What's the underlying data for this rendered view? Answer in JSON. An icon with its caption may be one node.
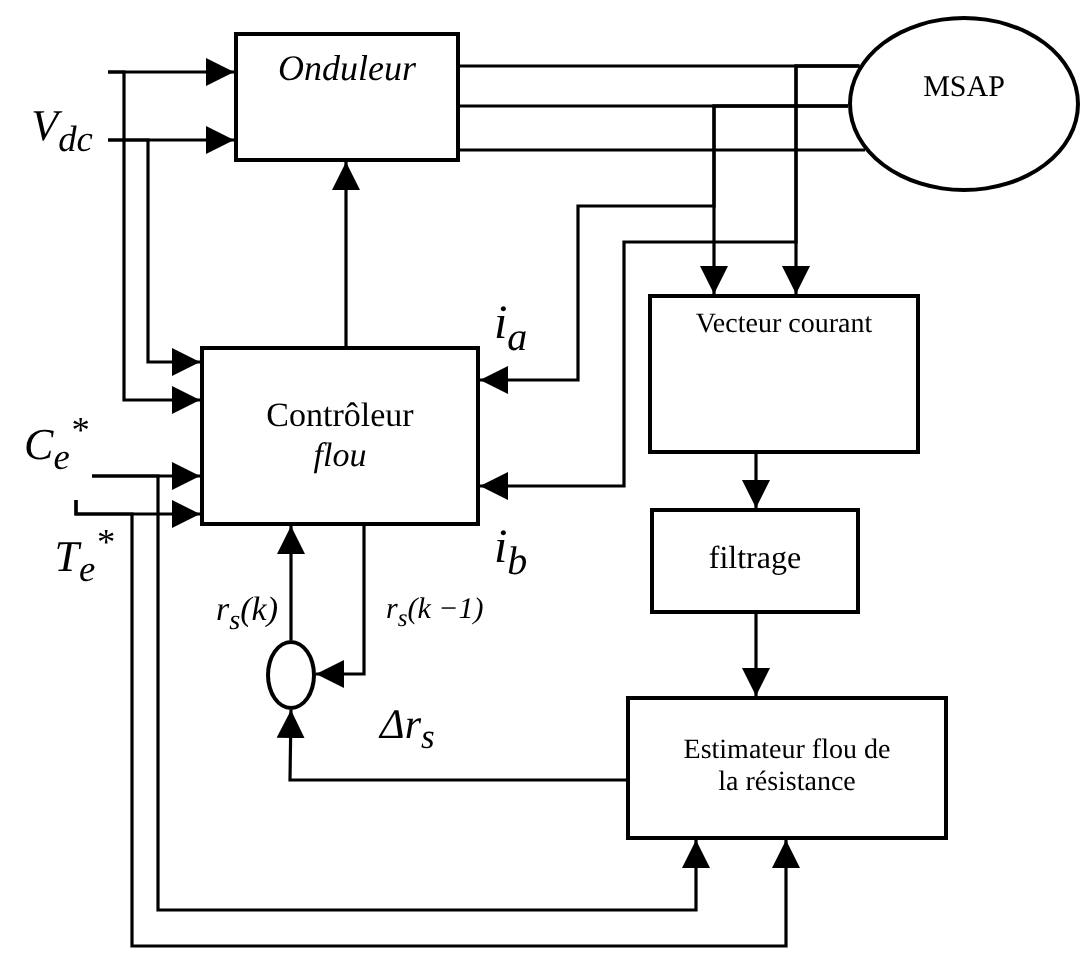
{
  "diagram": {
    "nodes": [
      {
        "text": [
          "Onduleur"
        ]
      },
      {
        "text": [
          "MSAP"
        ]
      },
      {
        "text": [
          "Contrôleur",
          "flou"
        ]
      },
      {
        "text": [
          "Vecteur courant"
        ]
      },
      {
        "text": [
          "filtrage"
        ]
      },
      {
        "text": [
          "Estimateur flou de la résistance"
        ]
      },
      {
        "text": [],
        "shape": "circle"
      },
      {
        "text": [
          "V$_{dc}$"
        ]
      },
      {
        "text": [
          "C$_{e}$$^{*}$"
        ]
      },
      {
        "text": [
          "T$_{e}$$^{*}$"
        ]
      }
    ],
    "edges": [
      {
        "from": 7,
        "to": 0,
        "arrow": "to"
      },
      {
        "from": 7,
        "to": 0,
        "arrow": "to"
      },
      {
        "from": 7,
        "to": 2,
        "arrow": "to"
      },
      {
        "from": 7,
        "to": 2,
        "arrow": "to"
      },
      {
        "from": 8,
        "to": 2,
        "arrow": "to"
      },
      {
        "from": 8,
        "to": 5,
        "arrow": "to"
      },
      {
        "from": 9,
        "to": 2,
        "arrow": "to"
      },
      {
        "from": 9,
        "to": 5,
        "arrow": "to"
      },
      {
        "from": 2,
        "to": 0,
        "arrow": "to"
      },
      {
        "from": 0,
        "to": 1,
        "arrow": "none"
      },
      {
        "from": 0,
        "to": 1,
        "arrow": "none"
      },
      {
        "from": 0,
        "to": 1,
        "arrow": "none"
      },
      {
        "from": 1,
        "to": 3,
        "arrow": "to"
      },
      {
        "from": 1,
        "to": 3,
        "arrow": "to"
      },
      {
        "from": 1,
        "to": 2,
        "arrow": "to",
        "label": "i$_{a}$"
      },
      {
        "from": 1,
        "to": 2,
        "arrow": "to",
        "label": "i$_{b}$"
      },
      {
        "from": 3,
        "to": 4,
        "arrow": "to"
      },
      {
        "from": 4,
        "to": 5,
        "arrow": "to"
      },
      {
        "from": 5,
        "to": 6,
        "arrow": "to",
        "label": "Δr$_{s}$"
      },
      {
        "from": 6,
        "to": 2,
        "arrow": "to",
        "label": "r$_{s}$(k)"
      },
      {
        "from": 2,
        "to": 6,
        "arrow": "to",
        "label": "r$_{s}$(k −1)"
      }
    ]
  }
}
